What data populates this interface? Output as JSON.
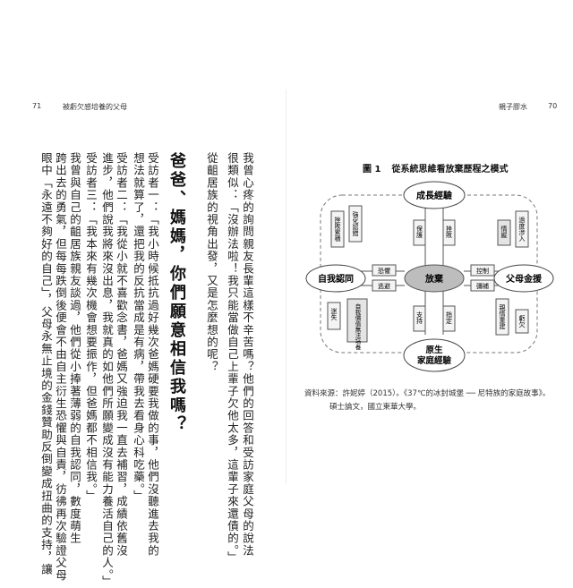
{
  "header": {
    "left_page_number": "71",
    "left_title": "被虧欠感培養的父母",
    "right_title": "親子膠水",
    "right_page_number": "70"
  },
  "left_page": {
    "heading": "爸爸、媽媽，你們願意相信我嗎？",
    "columns": [
      "我曾心疼的詢問親友長輩這樣不辛苦嗎？他們的回答和受訪家庭父母的說法",
      "很類似：「沒辦法啦！我只能當做自己上輩子欠他太多，這輩子來還債的。」",
      "從齟居族的視角出發，又是怎麼想的呢？",
      "受訪者一：「我小時候抵抗過好幾次爸媽硬要我做的事，他們沒聽進去我的",
      "想法就算了，還把我的反抗當成是有病，帶我去看身心科吃藥。」",
      "受訪者二：「我從小就不喜歡念書，爸媽又強迫我一直去補習，成績依舊沒",
      "進步，他們說我將來沒出息，我就真的如他們所願變成沒有能力養活自己的人。」",
      "受訪者三：「我本來有幾次機會想要振作，但爸媽都不相信我。」",
      "我曾與自己的齟居族親友談過，他們從小捧著薄弱的自我認同，數度萌生",
      "跨出去的勇氣，但每每跌倒後便會不由自主衍生恐懼與自責，彷彿再次驗證父母",
      "眼中「永遠不夠好的自己」，父母永無止境的金錢贊助反倒變成扭曲的支持，讓"
    ]
  },
  "figure": {
    "title_prefix": "圖 1",
    "title": "從系統思維看放棄歷程之模式",
    "nodes": {
      "top": "成長經驗",
      "left": "自我認同",
      "center": "放棄",
      "right": "父母金援",
      "bottom_line1": "原生",
      "bottom_line2": "家庭經驗"
    },
    "labels": {
      "neg_self_tl": "挫敗累積",
      "strengthen_mistake": "強化認錯",
      "protect": "保護",
      "setback": "挫敗",
      "compensate_entry": "過度涉入",
      "pamper": "情縱",
      "fear": "恐懼",
      "escape": "逃避",
      "control": "控制",
      "make_up": "彌補",
      "lost": "迷失",
      "self_value": "自我價值無法培養",
      "support": "支持",
      "blame": "指定",
      "repeat": "親情重建",
      "owe": "虧欠"
    }
  },
  "source": {
    "line1": "資料來源：許妮婷（2015）。《37℃的冰封城堡 ── 尼特族的家庭故事》。",
    "line2": "碩士論文，國立東華大學。"
  },
  "colors": {
    "node_fill": "#ffffff",
    "center_fill": "#bdbdbd",
    "box_fill": "#f4f4f4",
    "shaded_box": "#e4e4e4",
    "line": "#555555",
    "dashed": "#777777"
  }
}
